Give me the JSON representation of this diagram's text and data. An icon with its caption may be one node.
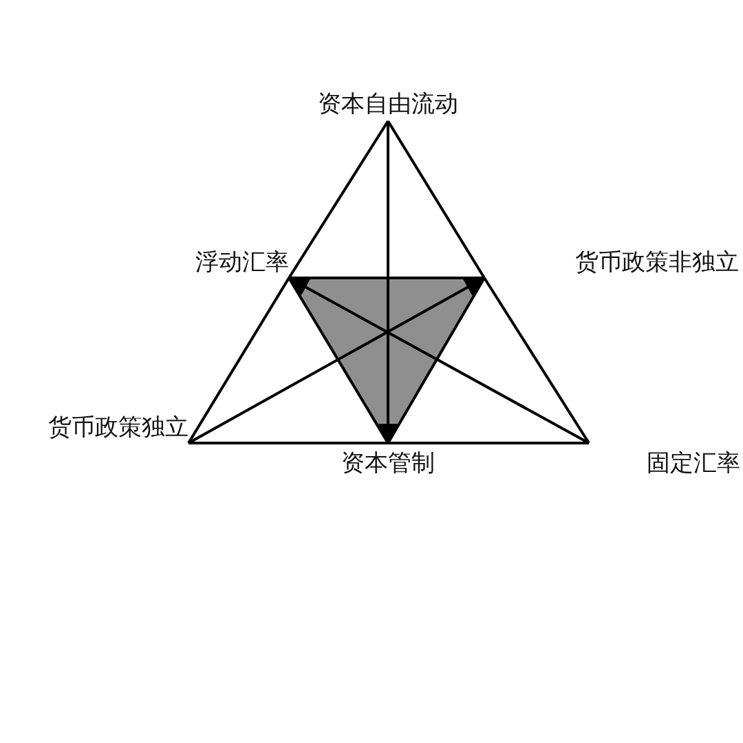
{
  "diagram": {
    "nodes": [
      {
        "text": [
          "资本自由流动"
        ]
      },
      {
        "text": [
          "浮动汇率"
        ]
      },
      {
        "text": [
          "货币政策非独立"
        ]
      },
      {
        "text": [
          "货币政策独立"
        ]
      },
      {
        "text": [
          "资本管制"
        ]
      },
      {
        "text": [
          "固定汇率"
        ]
      }
    ],
    "edges": [
      {
        "from": 0,
        "to": 1,
        "arrow": "none"
      },
      {
        "from": 1,
        "to": 3,
        "arrow": "none"
      },
      {
        "from": 3,
        "to": 4,
        "arrow": "none"
      },
      {
        "from": 4,
        "to": 5,
        "arrow": "none"
      },
      {
        "from": 5,
        "to": 2,
        "arrow": "none"
      },
      {
        "from": 2,
        "to": 0,
        "arrow": "none"
      },
      {
        "from": 1,
        "to": 2,
        "arrow": "none"
      },
      {
        "from": 2,
        "to": 4,
        "arrow": "none"
      },
      {
        "from": 4,
        "to": 1,
        "arrow": "none"
      },
      {
        "from": 0,
        "to": 4,
        "arrow": "to"
      },
      {
        "from": 3,
        "to": 2,
        "arrow": "to"
      },
      {
        "from": 5,
        "to": 1,
        "arrow": "to"
      }
    ]
  }
}
